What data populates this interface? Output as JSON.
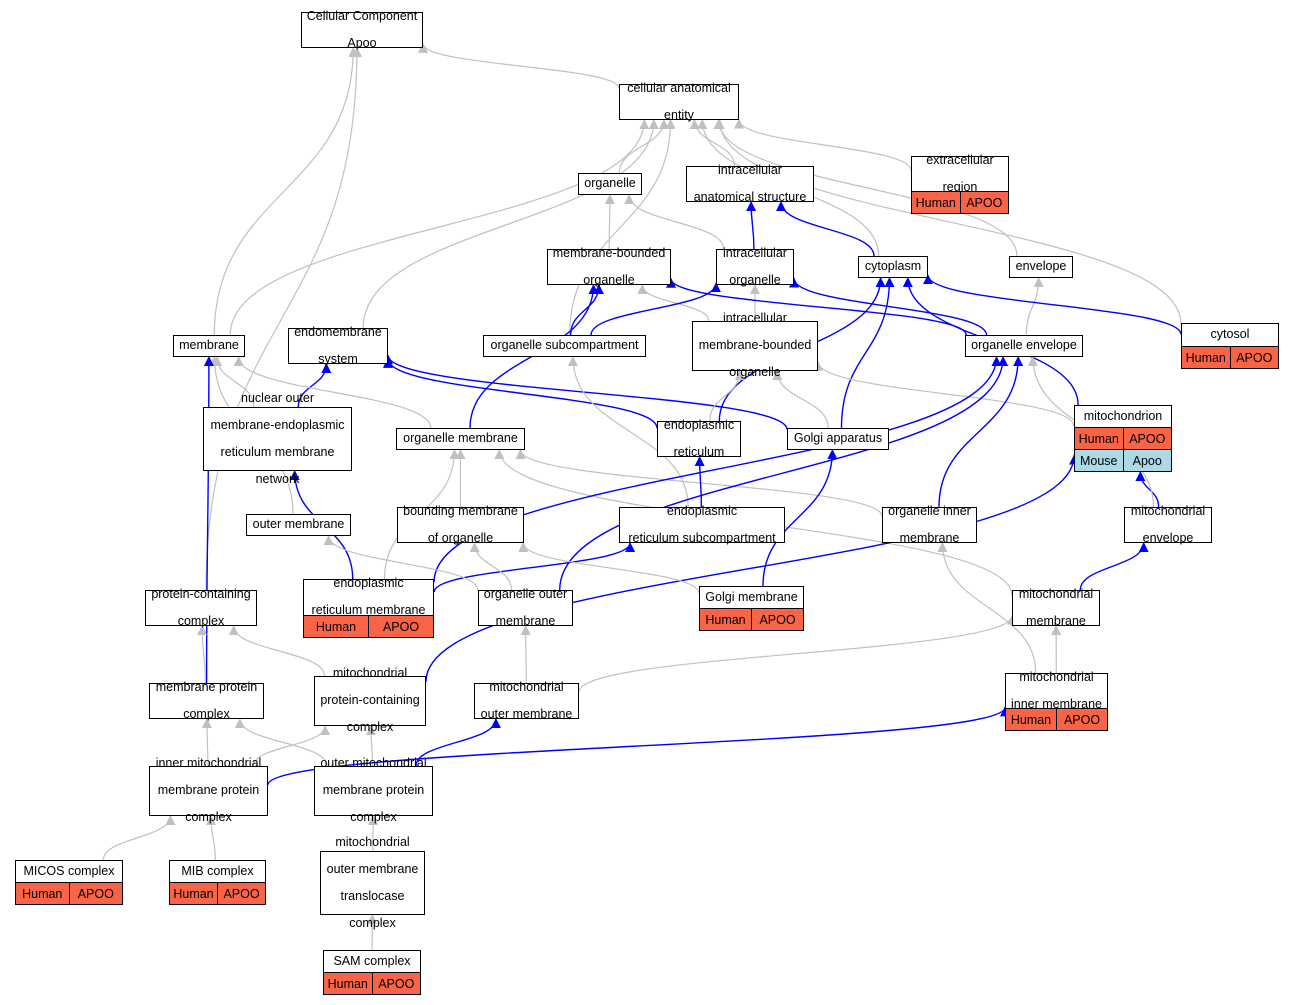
{
  "colors": {
    "edge_is_a": "#c0c0c0",
    "edge_part_of": "#0000ff",
    "human_annotation": "#fa6446",
    "mouse_annotation": "#add8e6",
    "node_border": "#000000",
    "node_fill": "#ffffff"
  },
  "graph": {
    "nodes": [
      {
        "id": "root",
        "lines": [
          "Cellular Component",
          "Apoo"
        ]
      },
      {
        "id": "cae",
        "lines": [
          "cellular anatomical",
          "entity"
        ]
      },
      {
        "id": "organelle",
        "lines": [
          "organelle"
        ]
      },
      {
        "id": "ias",
        "lines": [
          "intracellular",
          "anatomical structure"
        ]
      },
      {
        "id": "extracellular",
        "lines": [
          "extracellular",
          "region"
        ],
        "annotations": [
          [
            "Human",
            "APOO"
          ]
        ]
      },
      {
        "id": "mbo",
        "lines": [
          "membrane-bounded",
          "organelle"
        ]
      },
      {
        "id": "io",
        "lines": [
          "intracellular",
          "organelle"
        ]
      },
      {
        "id": "cytoplasm",
        "lines": [
          "cytoplasm"
        ]
      },
      {
        "id": "envelope",
        "lines": [
          "envelope"
        ]
      },
      {
        "id": "cytosol",
        "lines": [
          "cytosol"
        ],
        "annotations": [
          [
            "Human",
            "APOO"
          ]
        ]
      },
      {
        "id": "membrane",
        "lines": [
          "membrane"
        ]
      },
      {
        "id": "endomembrane",
        "lines": [
          "endomembrane",
          "system"
        ]
      },
      {
        "id": "osub",
        "lines": [
          "organelle subcompartment"
        ]
      },
      {
        "id": "imbo",
        "lines": [
          "intracellular",
          "membrane-bounded",
          "organelle"
        ]
      },
      {
        "id": "oenv",
        "lines": [
          "organelle envelope"
        ]
      },
      {
        "id": "nomer",
        "lines": [
          "nuclear outer",
          "membrane-endoplasmic",
          "reticulum membrane",
          "network"
        ]
      },
      {
        "id": "omem",
        "lines": [
          "organelle membrane"
        ]
      },
      {
        "id": "er",
        "lines": [
          "endoplasmic",
          "reticulum"
        ]
      },
      {
        "id": "golgi",
        "lines": [
          "Golgi apparatus"
        ]
      },
      {
        "id": "mito",
        "lines": [
          "mitochondrion"
        ],
        "annotations": [
          [
            "Human",
            "APOO"
          ],
          [
            "Mouse",
            "Apoo"
          ]
        ]
      },
      {
        "id": "outer",
        "lines": [
          "outer membrane"
        ]
      },
      {
        "id": "bmo",
        "lines": [
          "bounding membrane",
          "of organelle"
        ]
      },
      {
        "id": "ersub",
        "lines": [
          "endoplasmic",
          "reticulum subcompartment"
        ]
      },
      {
        "id": "oim",
        "lines": [
          "organelle inner",
          "membrane"
        ]
      },
      {
        "id": "menv",
        "lines": [
          "mitochondrial",
          "envelope"
        ]
      },
      {
        "id": "pcc",
        "lines": [
          "protein-containing",
          "complex"
        ]
      },
      {
        "id": "erm",
        "lines": [
          "endoplasmic",
          "reticulum membrane"
        ],
        "annotations": [
          [
            "Human",
            "APOO"
          ]
        ]
      },
      {
        "id": "oom",
        "lines": [
          "organelle outer",
          "membrane"
        ]
      },
      {
        "id": "gm",
        "lines": [
          "Golgi membrane"
        ],
        "annotations": [
          [
            "Human",
            "APOO"
          ]
        ]
      },
      {
        "id": "mm",
        "lines": [
          "mitochondrial",
          "membrane"
        ]
      },
      {
        "id": "mpc",
        "lines": [
          "membrane protein",
          "complex"
        ]
      },
      {
        "id": "mpcc",
        "lines": [
          "mitochondrial",
          "protein-containing",
          "complex"
        ]
      },
      {
        "id": "mom",
        "lines": [
          "mitochondrial",
          "outer membrane"
        ]
      },
      {
        "id": "mim",
        "lines": [
          "mitochondrial",
          "inner membrane"
        ],
        "annotations": [
          [
            "Human",
            "APOO"
          ]
        ]
      },
      {
        "id": "impc",
        "lines": [
          "inner mitochondrial",
          "membrane protein",
          "complex"
        ]
      },
      {
        "id": "ompc",
        "lines": [
          "outer mitochondrial",
          "membrane protein",
          "complex"
        ]
      },
      {
        "id": "micos",
        "lines": [
          "MICOS complex"
        ],
        "annotations": [
          [
            "Human",
            "APOO"
          ]
        ]
      },
      {
        "id": "mib",
        "lines": [
          "MIB complex"
        ],
        "annotations": [
          [
            "Human",
            "APOO"
          ]
        ]
      },
      {
        "id": "tom",
        "lines": [
          "mitochondrial",
          "outer membrane",
          "translocase",
          "complex"
        ]
      },
      {
        "id": "sam",
        "lines": [
          "SAM complex"
        ],
        "annotations": [
          [
            "Human",
            "APOO"
          ]
        ]
      }
    ],
    "edges": [
      {
        "from": "cae",
        "to": "root",
        "type": "is_a"
      },
      {
        "from": "membrane",
        "to": "root",
        "type": "is_a"
      },
      {
        "from": "pcc",
        "to": "root",
        "type": "is_a"
      },
      {
        "from": "organelle",
        "to": "cae",
        "type": "is_a"
      },
      {
        "from": "ias",
        "to": "cae",
        "type": "is_a"
      },
      {
        "from": "extracellular",
        "to": "cae",
        "type": "is_a"
      },
      {
        "from": "cytoplasm",
        "to": "cae",
        "type": "is_a"
      },
      {
        "from": "envelope",
        "to": "cae",
        "type": "is_a"
      },
      {
        "from": "cytosol",
        "to": "cae",
        "type": "is_a"
      },
      {
        "from": "membrane",
        "to": "cae",
        "type": "is_a"
      },
      {
        "from": "endomembrane",
        "to": "cae",
        "type": "is_a"
      },
      {
        "from": "osub",
        "to": "cae",
        "type": "is_a"
      },
      {
        "from": "mbo",
        "to": "organelle",
        "type": "is_a"
      },
      {
        "from": "io",
        "to": "organelle",
        "type": "is_a"
      },
      {
        "from": "io",
        "to": "ias",
        "type": "part_of"
      },
      {
        "from": "cytoplasm",
        "to": "ias",
        "type": "part_of"
      },
      {
        "from": "imbo",
        "to": "mbo",
        "type": "is_a"
      },
      {
        "from": "imbo",
        "to": "io",
        "type": "is_a"
      },
      {
        "from": "osub",
        "to": "mbo",
        "type": "part_of"
      },
      {
        "from": "osub",
        "to": "io",
        "type": "part_of"
      },
      {
        "from": "oenv",
        "to": "mbo",
        "type": "part_of"
      },
      {
        "from": "oenv",
        "to": "io",
        "type": "part_of"
      },
      {
        "from": "oenv",
        "to": "envelope",
        "type": "is_a"
      },
      {
        "from": "cytosol",
        "to": "cytoplasm",
        "type": "part_of"
      },
      {
        "from": "mito",
        "to": "cytoplasm",
        "type": "part_of"
      },
      {
        "from": "er",
        "to": "cytoplasm",
        "type": "part_of"
      },
      {
        "from": "golgi",
        "to": "cytoplasm",
        "type": "part_of"
      },
      {
        "from": "nomer",
        "to": "endomembrane",
        "type": "part_of"
      },
      {
        "from": "er",
        "to": "endomembrane",
        "type": "part_of"
      },
      {
        "from": "golgi",
        "to": "endomembrane",
        "type": "part_of"
      },
      {
        "from": "nomer",
        "to": "membrane",
        "type": "is_a"
      },
      {
        "from": "omem",
        "to": "membrane",
        "type": "is_a"
      },
      {
        "from": "outer",
        "to": "membrane",
        "type": "is_a"
      },
      {
        "from": "mpc",
        "to": "membrane",
        "type": "part_of"
      },
      {
        "from": "omem",
        "to": "mbo",
        "type": "part_of"
      },
      {
        "from": "er",
        "to": "imbo",
        "type": "is_a"
      },
      {
        "from": "golgi",
        "to": "imbo",
        "type": "is_a"
      },
      {
        "from": "mito",
        "to": "imbo",
        "type": "is_a"
      },
      {
        "from": "erm",
        "to": "nomer",
        "type": "part_of"
      },
      {
        "from": "erm",
        "to": "omem",
        "type": "is_a"
      },
      {
        "from": "bmo",
        "to": "omem",
        "type": "is_a"
      },
      {
        "from": "oim",
        "to": "omem",
        "type": "is_a"
      },
      {
        "from": "mm",
        "to": "omem",
        "type": "is_a"
      },
      {
        "from": "ersub",
        "to": "er",
        "type": "part_of"
      },
      {
        "from": "ersub",
        "to": "osub",
        "type": "is_a"
      },
      {
        "from": "gm",
        "to": "golgi",
        "type": "part_of"
      },
      {
        "from": "menv",
        "to": "mito",
        "type": "part_of"
      },
      {
        "from": "mpcc",
        "to": "mito",
        "type": "part_of"
      },
      {
        "from": "menv",
        "to": "oenv",
        "type": "is_a"
      },
      {
        "from": "oim",
        "to": "oenv",
        "type": "part_of"
      },
      {
        "from": "oom",
        "to": "oenv",
        "type": "part_of"
      },
      {
        "from": "erm",
        "to": "oenv",
        "type": "part_of"
      },
      {
        "from": "erm",
        "to": "ersub",
        "type": "part_of"
      },
      {
        "from": "oom",
        "to": "outer",
        "type": "is_a"
      },
      {
        "from": "oom",
        "to": "bmo",
        "type": "is_a"
      },
      {
        "from": "gm",
        "to": "bmo",
        "type": "is_a"
      },
      {
        "from": "mm",
        "to": "menv",
        "type": "part_of"
      },
      {
        "from": "mom",
        "to": "oom",
        "type": "is_a"
      },
      {
        "from": "mom",
        "to": "mm",
        "type": "is_a"
      },
      {
        "from": "mim",
        "to": "mm",
        "type": "is_a"
      },
      {
        "from": "mim",
        "to": "oim",
        "type": "is_a"
      },
      {
        "from": "mpc",
        "to": "pcc",
        "type": "is_a"
      },
      {
        "from": "mpcc",
        "to": "pcc",
        "type": "is_a"
      },
      {
        "from": "impc",
        "to": "mpc",
        "type": "is_a"
      },
      {
        "from": "ompc",
        "to": "mpc",
        "type": "is_a"
      },
      {
        "from": "impc",
        "to": "mpcc",
        "type": "is_a"
      },
      {
        "from": "ompc",
        "to": "mpcc",
        "type": "is_a"
      },
      {
        "from": "impc",
        "to": "mim",
        "type": "part_of"
      },
      {
        "from": "ompc",
        "to": "mom",
        "type": "part_of"
      },
      {
        "from": "micos",
        "to": "impc",
        "type": "is_a"
      },
      {
        "from": "mib",
        "to": "impc",
        "type": "is_a"
      },
      {
        "from": "tom",
        "to": "ompc",
        "type": "is_a"
      },
      {
        "from": "sam",
        "to": "tom",
        "type": "is_a"
      }
    ]
  }
}
